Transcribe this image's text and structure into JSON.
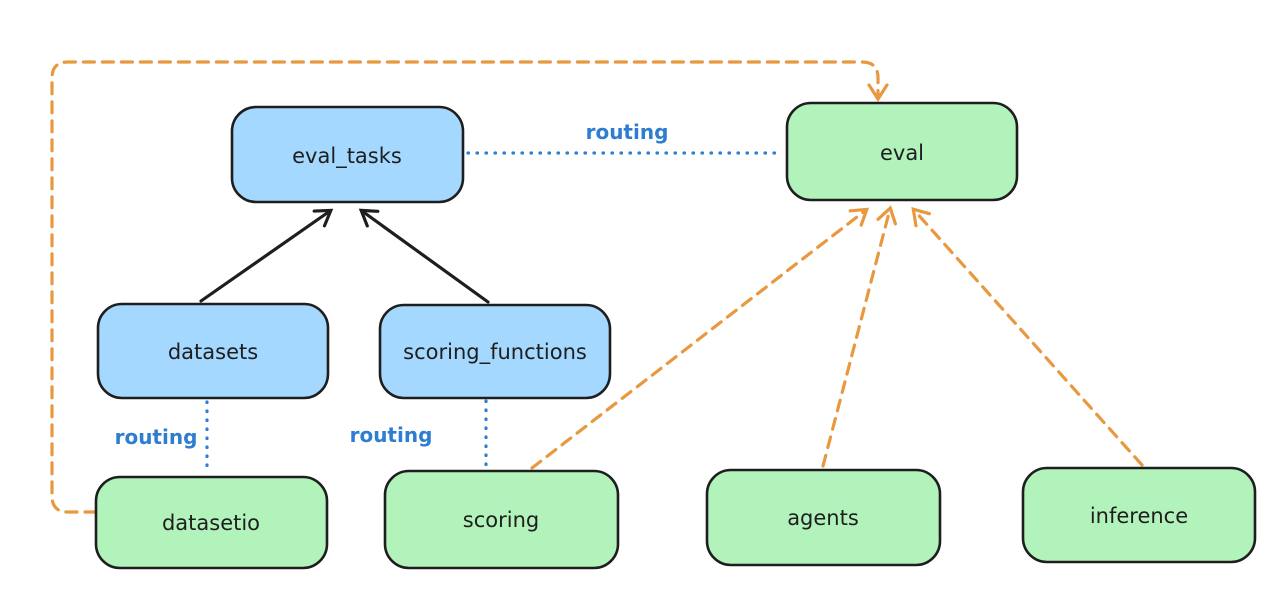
{
  "diagram": {
    "background": "#ffffff",
    "colors": {
      "node_blue_fill": "#a5d8ff",
      "node_green_fill": "#b2f2bb",
      "node_stroke": "#1e1e1e",
      "routing_blue": "#2e7dd1",
      "dashed_orange": "#e8993f",
      "solid_black": "#1e1e1e"
    },
    "nodes": {
      "eval_tasks": {
        "label": "eval_tasks",
        "fill": "#a5d8ff"
      },
      "eval": {
        "label": "eval",
        "fill": "#b2f2bb"
      },
      "datasets": {
        "label": "datasets",
        "fill": "#a5d8ff"
      },
      "scoring_functions": {
        "label": "scoring_functions",
        "fill": "#a5d8ff"
      },
      "datasetio": {
        "label": "datasetio",
        "fill": "#b2f2bb"
      },
      "scoring": {
        "label": "scoring",
        "fill": "#b2f2bb"
      },
      "agents": {
        "label": "agents",
        "fill": "#b2f2bb"
      },
      "inference": {
        "label": "inference",
        "fill": "#b2f2bb"
      }
    },
    "edges": [
      {
        "from": "datasets",
        "to": "eval_tasks",
        "style": "solid",
        "color": "#1e1e1e",
        "arrow": true,
        "label": ""
      },
      {
        "from": "scoring_functions",
        "to": "eval_tasks",
        "style": "solid",
        "color": "#1e1e1e",
        "arrow": true,
        "label": ""
      },
      {
        "from": "eval_tasks",
        "to": "eval",
        "style": "dotted",
        "color": "#2e7dd1",
        "arrow": false,
        "label": "routing"
      },
      {
        "from": "datasets",
        "to": "datasetio",
        "style": "dotted",
        "color": "#2e7dd1",
        "arrow": false,
        "label": "routing"
      },
      {
        "from": "scoring_functions",
        "to": "scoring",
        "style": "dotted",
        "color": "#2e7dd1",
        "arrow": false,
        "label": "routing"
      },
      {
        "from": "datasetio",
        "to": "eval",
        "style": "dashed",
        "color": "#e8993f",
        "arrow": true,
        "label": ""
      },
      {
        "from": "scoring",
        "to": "eval",
        "style": "dashed",
        "color": "#e8993f",
        "arrow": true,
        "label": ""
      },
      {
        "from": "agents",
        "to": "eval",
        "style": "dashed",
        "color": "#e8993f",
        "arrow": true,
        "label": ""
      },
      {
        "from": "inference",
        "to": "eval",
        "style": "dashed",
        "color": "#e8993f",
        "arrow": true,
        "label": ""
      }
    ]
  }
}
